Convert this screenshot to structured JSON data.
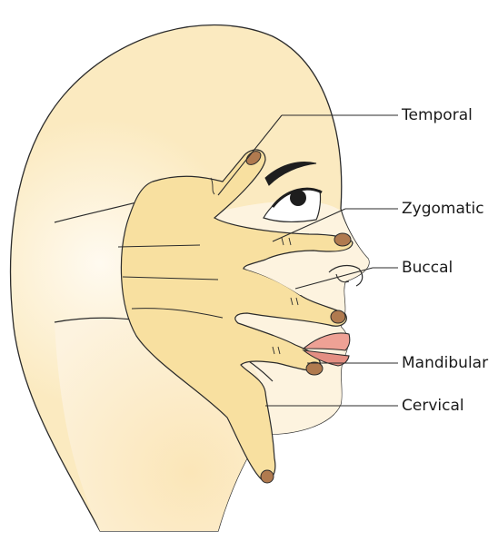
{
  "diagram": {
    "labels": {
      "temporal": "Temporal",
      "zygomatic": "Zygomatic",
      "buccal": "Buccal",
      "mandibular": "Mandibular",
      "cervical": "Cervical"
    }
  },
  "colors": {
    "head_fill": "#fbeac0",
    "head_glow": "#fff6e2",
    "hand_fill": "#f8e0a0",
    "nail_fill": "#b07a4f",
    "face_fill": "#fdf3df",
    "lip_fill": "#eea195",
    "outline": "#2b2b2b"
  }
}
